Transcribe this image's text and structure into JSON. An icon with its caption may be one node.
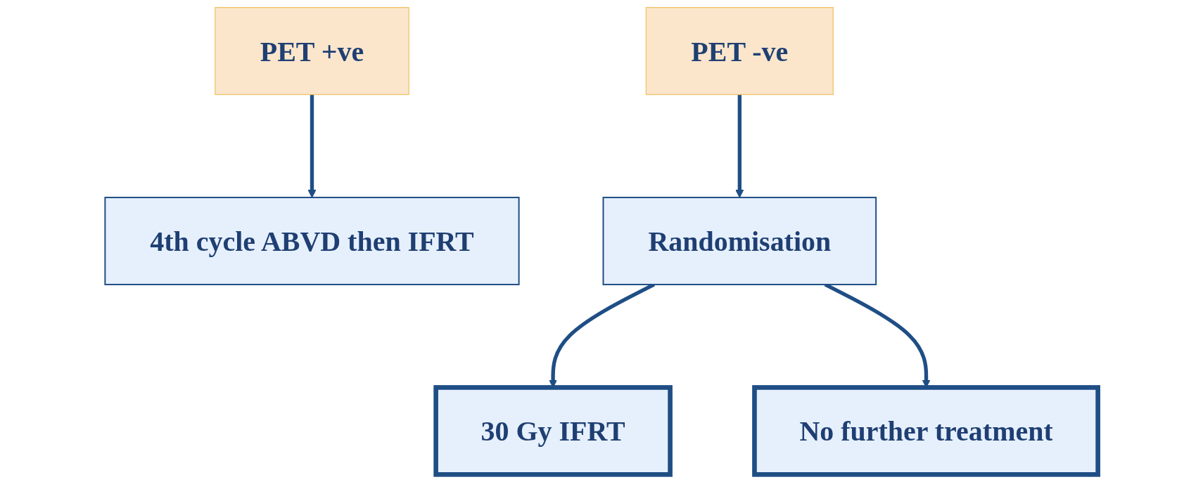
{
  "diagram": {
    "nodes": [
      {
        "text": [
          "PET +ve"
        ]
      },
      {
        "text": [
          "PET -ve"
        ]
      },
      {
        "text": [
          "4th cycle ABVD then IFRT"
        ]
      },
      {
        "text": [
          "Randomisation"
        ]
      },
      {
        "text": [
          "30 Gy IFRT"
        ]
      },
      {
        "text": [
          "No further treatment"
        ]
      }
    ],
    "edges": [
      {
        "from": 0,
        "to": 2,
        "arrow": "to"
      },
      {
        "from": 1,
        "to": 3,
        "arrow": "to"
      },
      {
        "from": 3,
        "to": 4,
        "arrow": "to"
      },
      {
        "from": 3,
        "to": 5,
        "arrow": "to"
      }
    ]
  }
}
